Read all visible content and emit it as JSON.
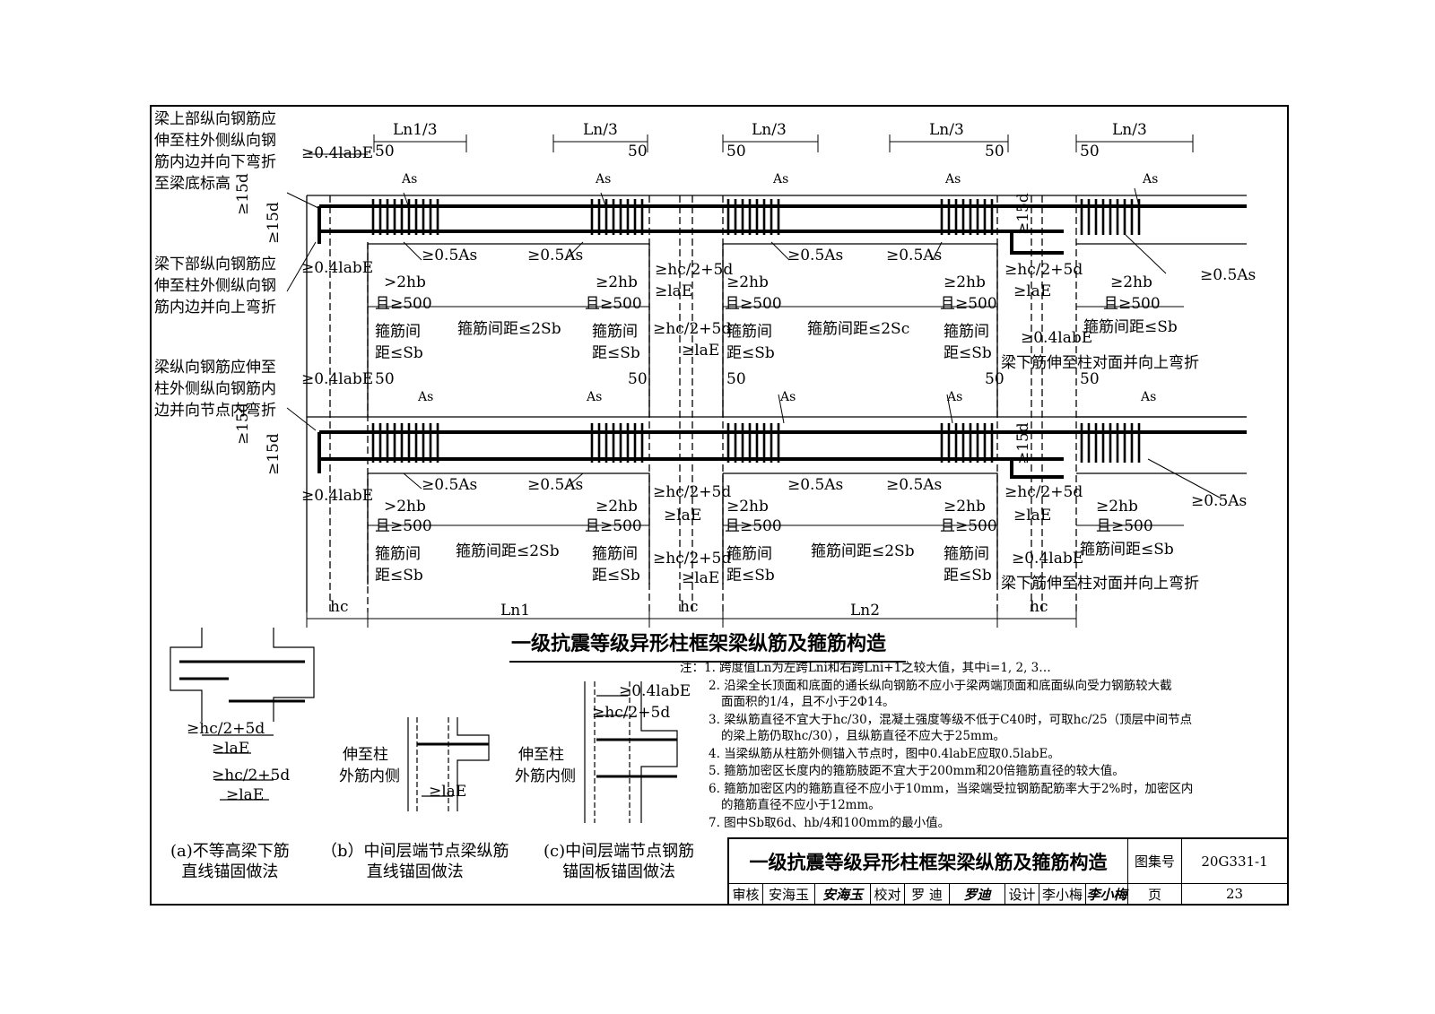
{
  "left_labels": {
    "top_bar_note": [
      "梁上部纵向钢筋应",
      "伸至柱外侧纵向钢",
      "筋内边并向下弯折",
      "至梁底标高"
    ],
    "bottom_bar_note": [
      "梁下部纵向钢筋应",
      "伸至柱外侧纵向钢",
      "筋内边并向上弯折"
    ],
    "mid_bar_note": [
      "梁纵向钢筋应伸至",
      "柱外侧纵向钢筋内",
      "边并向节点内弯折"
    ]
  },
  "dims": {
    "ln1_3": "Ln1/3",
    "ln_3": "Ln/3",
    "d50": "50",
    "as": "As",
    "half_as": "≥0.5As",
    "anchor_04": "≥0.4labE",
    "fifteen_d": "≥15d",
    "hc_half": "≥hc/2+5d",
    "lae": "≥laE",
    "two_hb": "≥2hb",
    "gt_two_hb": ">2hb",
    "ge500": "且≥500",
    "stirrup_dense_1": "箍筋间",
    "stirrup_dense_2": "距≤Sb",
    "stirrup_mid": "箍筋间距≤2Sb",
    "stirrup_mid_c": "箍筋间距≤2Sc",
    "stirrup_right": "箍筋间距≤Sb",
    "bottom_to_opposite": "梁下筋伸至柱对面并向上弯折",
    "hc": "hc",
    "ln1": "Ln1",
    "ln2": "Ln2"
  },
  "main_title": "一级抗震等级异形柱框架梁纵筋及箍筋构造",
  "notes": [
    "注：1. 跨度值Ln为左跨Lni和右跨Lni+1之较大值，其中i=1, 2, 3…",
    "2. 沿梁全长顶面和底面的通长纵向钢筋不应小于梁两端顶面和底面纵向受力钢筋较大截",
    "面面积的1/4，且不小于2Φ14。",
    "3. 梁纵筋直径不宜大于hc/30，混凝土强度等级不低于C40时，可取hc/25（顶层中间节点",
    "的梁上筋仍取hc/30），且纵筋直径不应大于25mm。",
    "4. 当梁纵筋从柱筋外侧锚入节点时，图中0.4labE应取0.5labE。",
    "5. 箍筋加密区长度内的箍筋肢距不宜大于200mm和20倍箍筋直径的较大值。",
    "6. 箍筋加密区内的箍筋直径不应小于10mm，当梁端受拉钢筋配筋率大于2%时，加密区内",
    "的箍筋直径不应小于12mm。",
    "7. 图中Sb取6d、hb/4和100mm的最小值。"
  ],
  "details": {
    "a_dim1": "≥hc/2+5d",
    "a_dim2": "≥laE",
    "a_dim3": "≥hc/2+5d",
    "a_dim4": "≥laE",
    "b_label1": "伸至柱",
    "b_label2": "外筋内侧",
    "b_dim": "≥laE",
    "c_label1": "伸至柱",
    "c_label2": "外筋内侧",
    "c_dim1": "≥0.4labE",
    "c_dim2": "≥hc/2+5d"
  },
  "captions": {
    "a": [
      "(a)不等高梁下筋",
      "直线锚固做法"
    ],
    "b": [
      "（b）中间层端节点梁纵筋",
      "直线锚固做法"
    ],
    "c": [
      "(c)中间层端节点钢筋",
      "锚固板锚固做法"
    ]
  },
  "title_block": {
    "title": "一级抗震等级异形柱框架梁纵筋及箍筋构造",
    "atlas_label": "图集号",
    "atlas_no": "20G331-1",
    "review_label": "审核",
    "reviewer": "安海玉",
    "reviewer_sig": "安海玉",
    "check_label": "校对",
    "checker": "罗 迪",
    "checker_sig": "罗迪",
    "design_label": "设计",
    "designer": "李小梅",
    "designer_sig": "李小梅",
    "page_label": "页",
    "page_no": "23"
  }
}
